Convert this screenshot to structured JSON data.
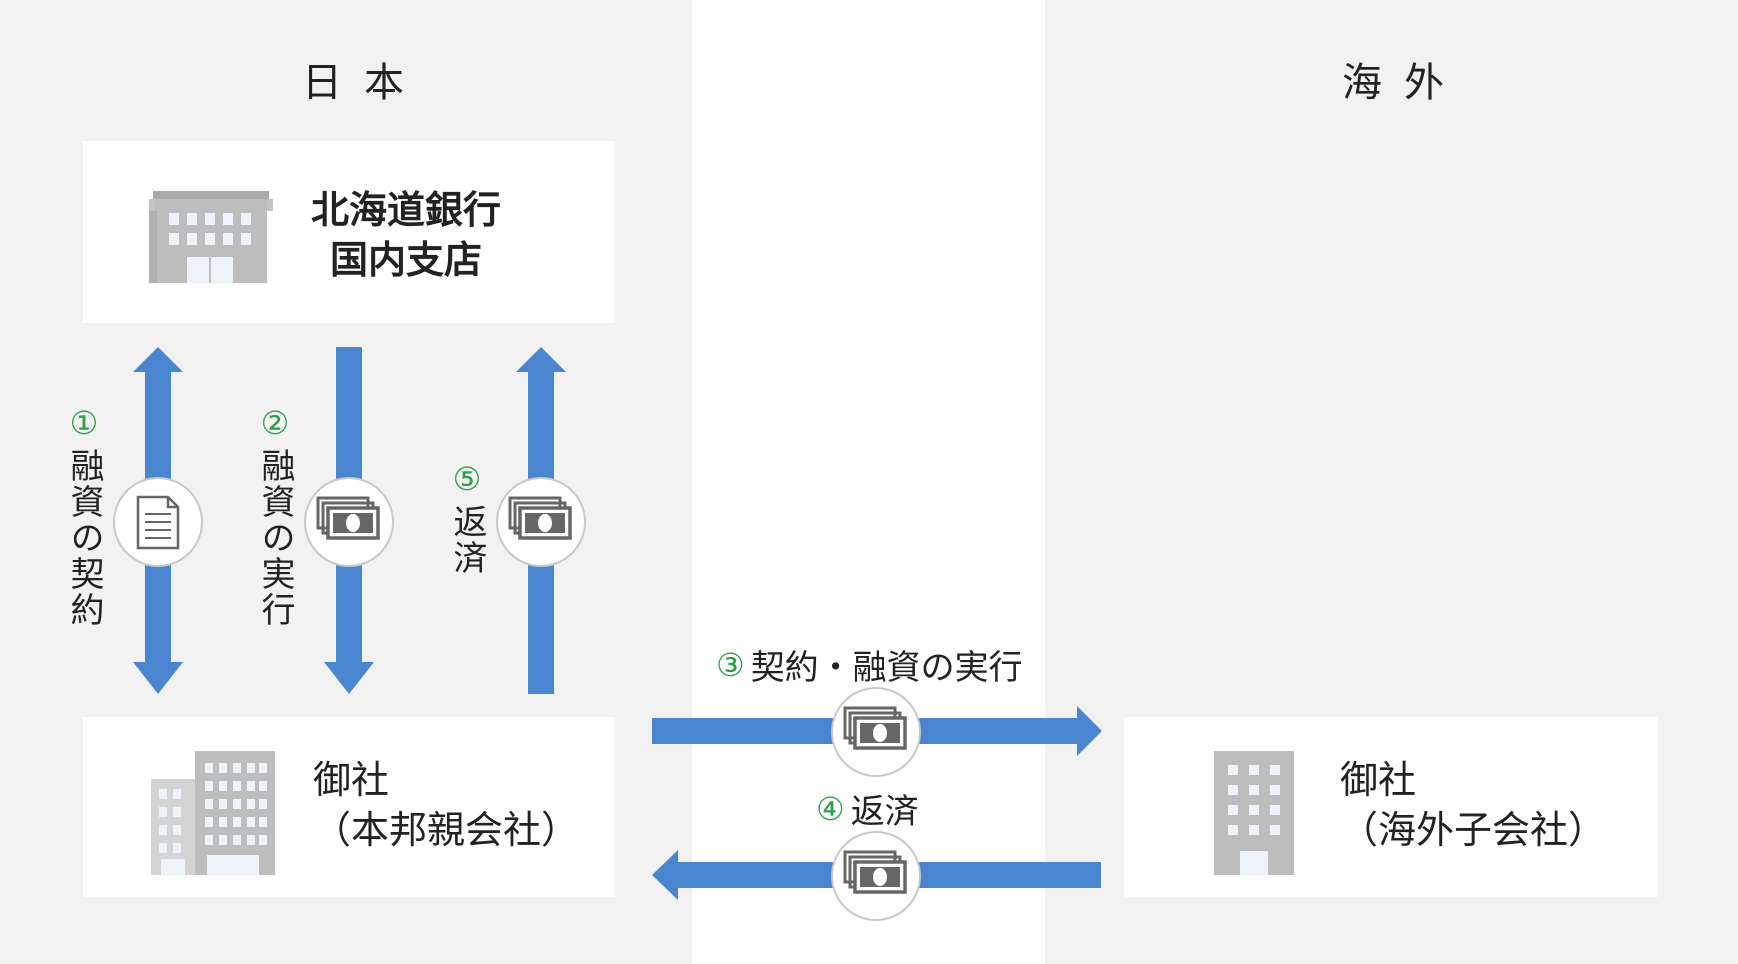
{
  "regions": {
    "japan": "日本",
    "overseas": "海外"
  },
  "bank": {
    "line1": "北海道銀行",
    "line2": "国内支店"
  },
  "parent_company": {
    "line1": "御社",
    "line2": "（本邦親会社）"
  },
  "subsidiary": {
    "line1": "御社",
    "line2": "（海外子会社）"
  },
  "steps": [
    {
      "number": "①",
      "label": "融資の契約",
      "icon": "document-icon"
    },
    {
      "number": "②",
      "label": "融資の実行",
      "icon": "money-icon"
    },
    {
      "number": "⑤",
      "label": "返済",
      "icon": "money-icon"
    },
    {
      "number": "③",
      "label": "契約・融資の実行",
      "icon": "money-icon"
    },
    {
      "number": "④",
      "label": "返済",
      "icon": "money-icon"
    }
  ],
  "colors": {
    "arrow": "#4a86d0",
    "step_number": "#2e9e4e",
    "region_bg": "#f2f2f2",
    "building": "#b8b8b8"
  }
}
